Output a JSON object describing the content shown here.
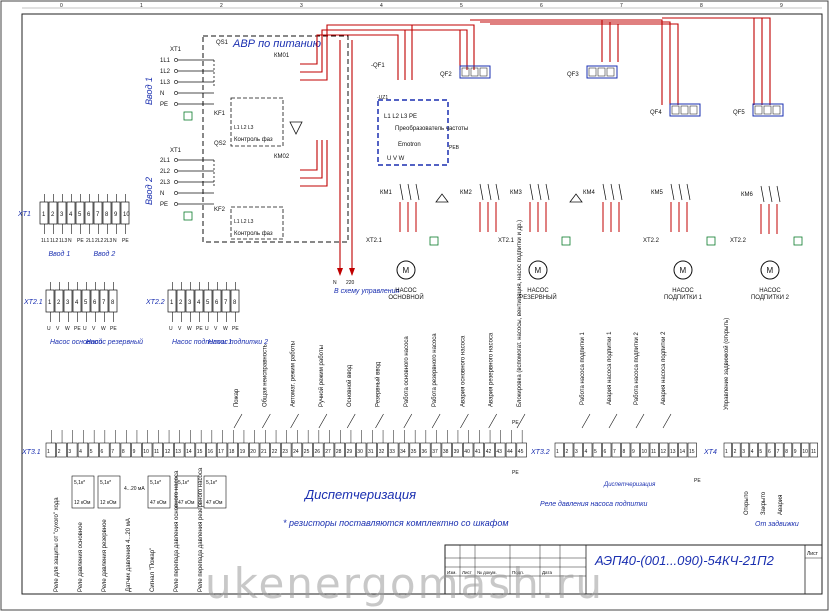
{
  "title_block": {
    "doc_code": "АЭП40-(001...090)-54КЧ-21П2",
    "sheet_label": "Лист",
    "columns": [
      "Изм.",
      "Лист",
      "№ докум.",
      "Подп.",
      "Дата"
    ]
  },
  "watermark": "ukenergomash.ru",
  "border_numbers": [
    "0",
    "1",
    "2",
    "3",
    "4",
    "5",
    "6",
    "7",
    "8",
    "9"
  ],
  "avr": {
    "label": "АВР по питанию",
    "qs1": "QS1",
    "qs2": "QS2",
    "km01": "КМ01",
    "km02": "КМ02",
    "kf1": "KF1",
    "kf2": "KF2",
    "phase_ctrl": "Контроль фаз",
    "to_control": "В схему управления",
    "n_label": "N",
    "v220": "220"
  },
  "vvod1": {
    "label": "Ввод 1",
    "xt": "XT1",
    "lines": [
      "1L1",
      "1L2",
      "1L3",
      "N",
      "PE"
    ]
  },
  "vvod2": {
    "label": "Ввод 2",
    "xt": "XT1",
    "lines": [
      "2L1",
      "2L2",
      "2L3",
      "N",
      "PE"
    ]
  },
  "vfd": {
    "qf": "-QF1",
    "kv": "-UZ1",
    "title": "Преобразователь частоты",
    "brand": "Emotron",
    "inputs": [
      "L1",
      "L2",
      "L3",
      "PE"
    ],
    "outputs": [
      "U",
      "V",
      "W"
    ],
    "peb": "PEB",
    "pe": "PE"
  },
  "breakers": [
    "QF2",
    "QF3",
    "QF4",
    "QF5"
  ],
  "contactors": [
    "КМ1",
    "КМ2",
    "КМ3",
    "КМ4",
    "КМ5",
    "КМ6"
  ],
  "motors": [
    {
      "xt": "XT2.1",
      "label": "НАСОС ОСНОВНОЙ",
      "sym": "M"
    },
    {
      "xt": "XT2.1",
      "label": "НАСОС РЕЗЕРВНЫЙ",
      "sym": "M"
    },
    {
      "xt": "XT2.2",
      "label": "НАСОС ПОДПИТКИ 1",
      "sym": "M"
    },
    {
      "xt": "XT2.2",
      "label": "НАСОС ПОДПИТКИ 2",
      "sym": "M"
    }
  ],
  "xt1_block": {
    "name": "XT1",
    "numbers": [
      "1",
      "2",
      "3",
      "4",
      "5",
      "6",
      "7",
      "8",
      "9",
      "10"
    ],
    "labels": [
      "1L1",
      "1L2",
      "1L3",
      "N",
      "PE",
      "2L1",
      "2L2",
      "2L3",
      "N",
      "PE"
    ],
    "captions": [
      "Ввод 1",
      "Ввод 2"
    ]
  },
  "xt21_block": {
    "name": "XT2.1",
    "numbers": [
      "1",
      "2",
      "3",
      "4",
      "5",
      "6",
      "7",
      "8"
    ],
    "labels": [
      "U",
      "V",
      "W",
      "PE",
      "U",
      "V",
      "W",
      "PE"
    ],
    "captions": [
      "Насос основной",
      "Насос резервный"
    ]
  },
  "xt22_block": {
    "name": "XT2.2",
    "numbers": [
      "1",
      "2",
      "3",
      "4",
      "5",
      "6",
      "7",
      "8"
    ],
    "labels": [
      "U",
      "V",
      "W",
      "PE",
      "U",
      "V",
      "W",
      "PE"
    ],
    "captions": [
      "Насос подпитки 1",
      "Насос подпитки 2"
    ]
  },
  "xt31": {
    "name": "XT3.1",
    "terminals": [
      "1",
      "2",
      "3",
      "4",
      "5",
      "6",
      "7",
      "8",
      "9",
      "10",
      "11",
      "12",
      "13",
      "14",
      "15",
      "16",
      "17",
      "18",
      "19",
      "20",
      "21",
      "22",
      "23",
      "24",
      "25",
      "26",
      "27",
      "28",
      "29",
      "30",
      "31",
      "32",
      "33",
      "34",
      "35",
      "36",
      "37",
      "38",
      "39",
      "40",
      "41",
      "42",
      "43",
      "44",
      "45"
    ],
    "signals": [
      "Пожар",
      "Общая неисправность",
      "Автомат. режим работы",
      "Ручной режим работы",
      "Основной ввод",
      "Резервный ввод",
      "Работа основного насоса",
      "Работа резервного насоса",
      "Авария основного насоса",
      "Авария резервного насоса",
      "Блокировка (вспомогат. насосы, вентиляция, насос подпитки и др.)"
    ],
    "sensors": [
      "Реле для защиты от \"сухого\" хода",
      "Реле давления основное",
      "Реле давления резервное",
      "Датчик давления 4...20 мА",
      "Сигнал \"Пожар\"",
      "Реле перепада давления основного насоса",
      "Реле перепада давления резервного насоса"
    ],
    "resistor_values": [
      "5,1к*",
      "12 кОм",
      "5,1к*",
      "12 кОм",
      "5,1к*",
      "47 кОм",
      "5,1к*",
      "47 кОм",
      "5,1к*",
      "47 кОм"
    ],
    "current": "4...20 мА",
    "pe": "PE"
  },
  "xt32": {
    "name": "XT3.2",
    "terminals": [
      "1",
      "2",
      "3",
      "4",
      "5",
      "6",
      "7",
      "8",
      "9",
      "10",
      "11",
      "12",
      "13",
      "14",
      "15"
    ],
    "signals": [
      "Работа насоса подпитки 1",
      "Авария насоса подпитки 1",
      "Работа насоса подпитки 2",
      "Авария насоса подпитки 2"
    ],
    "caption": "Диспетчеризация",
    "bottom": "Реле давления насоса подпитки",
    "pe": "PE"
  },
  "xt4": {
    "name": "XT4",
    "terminals": [
      "1",
      "2",
      "3",
      "4",
      "5",
      "6",
      "7",
      "8",
      "9",
      "10",
      "11"
    ],
    "signals": [
      "Управление задвижкой (открыть)"
    ],
    "bottom_labels": [
      "Открыто",
      "Закрыто",
      "Авария"
    ],
    "caption": "От задвижки"
  },
  "dispatch_caption": "Диспетчеризация",
  "resistor_note": "* резисторы поставляются комплектно со шкафом"
}
